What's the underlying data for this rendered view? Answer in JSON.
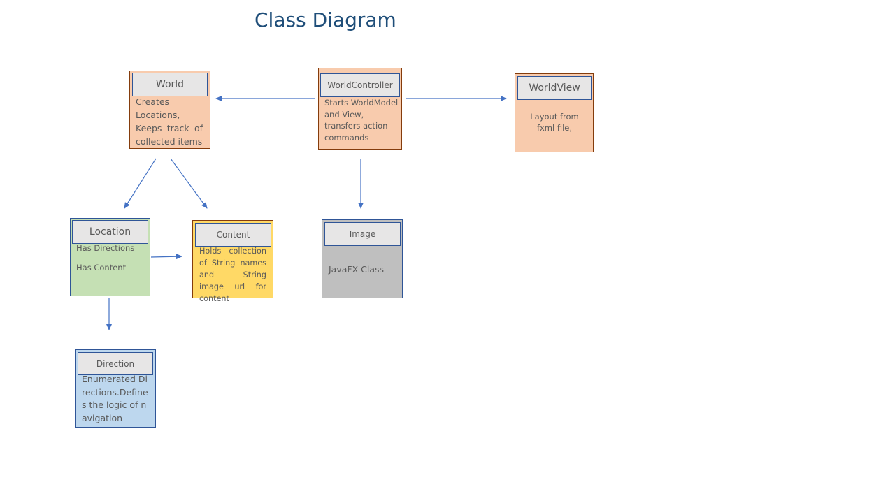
{
  "title": "Class Diagram",
  "classes": {
    "world": {
      "name": "World",
      "description": "Creates Locations, Keeps track of collected items"
    },
    "world_controller": {
      "name": "WorldController",
      "description": "Starts WorldModel and View, transfers action commands"
    },
    "world_view": {
      "name": "WorldView",
      "description": "Layout from fxml file,"
    },
    "location": {
      "name": "Location",
      "line1": "Has Directions",
      "line2": "Has Content"
    },
    "content": {
      "name": "Content",
      "description": "Holds collection of String names and String image url for content"
    },
    "image": {
      "name": "Image",
      "description": "JavaFX Class"
    },
    "direction": {
      "name": "Direction",
      "description": "Enumerated Directions.Defines the logic of navigation"
    }
  },
  "colors": {
    "title": "#1f4e79",
    "arrow": "#4472c4",
    "orange_fill": "#f8cbad",
    "green_fill": "#c5e0b4",
    "yellow_fill": "#ffd966",
    "grey_fill": "#bfbfbf",
    "blue_fill": "#bdd7ee",
    "header_fill": "#e7e6e6"
  }
}
